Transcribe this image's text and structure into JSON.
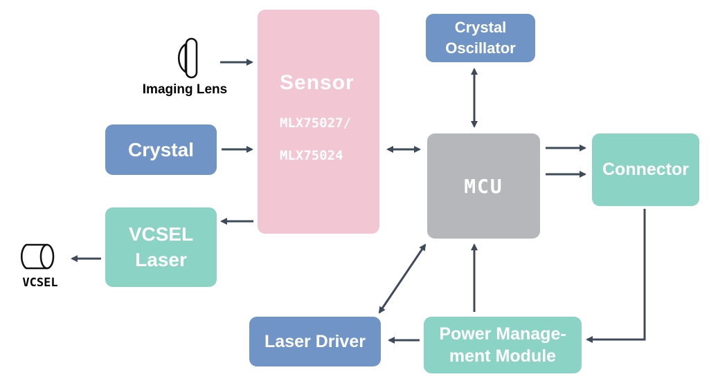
{
  "diagram": {
    "background": "#ffffff",
    "arrow_color": "#3e4a59",
    "nodes": {
      "sensor": {
        "title": "Sensor",
        "part1": "MLX75027/",
        "part2": "MLX75024",
        "color": "#f2c6d2"
      },
      "crystal_oscillator": {
        "line1": "Crystal",
        "line2": "Oscillator",
        "color": "#7094c5"
      },
      "crystal": {
        "label": "Crystal",
        "color": "#7094c5"
      },
      "mcu": {
        "label": "MCU",
        "color": "#b5b7ba"
      },
      "connector": {
        "label": "Connector",
        "color": "#8bd3c4"
      },
      "vcsel_laser": {
        "line1": "VCSEL",
        "line2": "Laser",
        "color": "#8bd3c4"
      },
      "laser_driver": {
        "label": "Laser Driver",
        "color": "#7094c5"
      },
      "power_management": {
        "line1": "Power Manage-",
        "line2": "ment Module",
        "color": "#8bd3c4"
      }
    },
    "annotations": {
      "imaging_lens": "Imaging Lens",
      "vcsel": "VCSEL"
    }
  }
}
